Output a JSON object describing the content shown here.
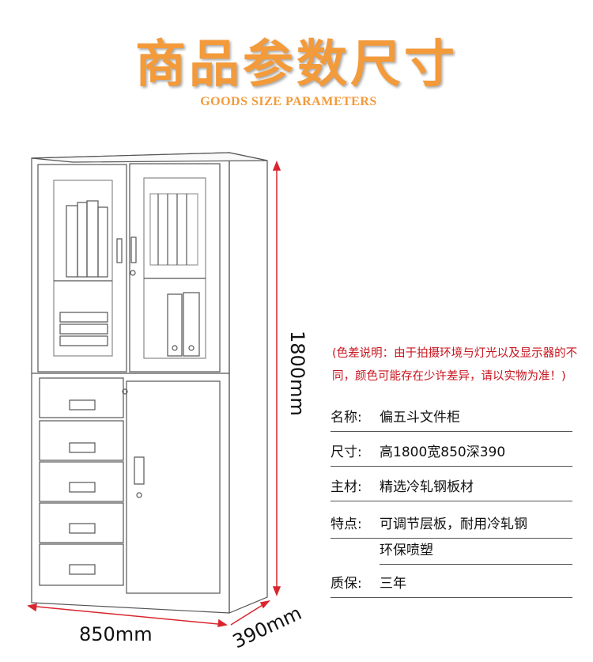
{
  "header": {
    "title_cn": "商品参数尺寸",
    "title_en": "GOODS SIZE PARAMETERS"
  },
  "dimensions": {
    "height": "1800mm",
    "width": "850mm",
    "depth": "390mm"
  },
  "note": "(色差说明：由于拍摄环境与灯光以及显示器的不同，颜色可能存在少许差异，请以实物为准！)",
  "specs": [
    {
      "label": "名称:",
      "value": "偏五斗文件柜"
    },
    {
      "label": "尺寸:",
      "value": "高1800宽850深390"
    },
    {
      "label": "主材:",
      "value": "精选冷轧钢板材"
    },
    {
      "label": "特点:",
      "value": "可调节层板，耐用冷轧钢",
      "value2": "环保喷塑"
    },
    {
      "label": "质保:",
      "value": "三年"
    }
  ],
  "colors": {
    "title": "#f39a3a",
    "note": "#c8141e",
    "dimension_line": "#d9262f"
  }
}
